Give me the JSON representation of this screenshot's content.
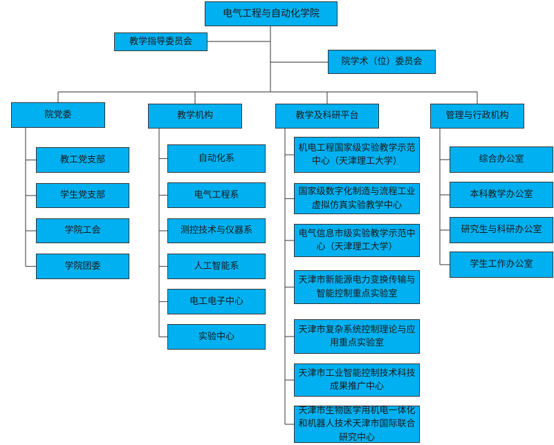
{
  "root": "电气工程与自动化学院",
  "side_left": "教学指导委员会",
  "side_right": "院学术（位）委员会",
  "branches": [
    {
      "label": "院党委",
      "children": [
        "教工党支部",
        "学生党支部",
        "学院工会",
        "学院团委"
      ]
    },
    {
      "label": "教学机构",
      "children": [
        "自动化系",
        "电气工程系",
        "测控技术与仪器系",
        "人工智能系",
        "电工电子中心",
        "实验中心"
      ]
    },
    {
      "label": "教学及科研平台",
      "children": [
        "机电工程国家级实验教学示范中心（天津理工大学）",
        "国家级数字化制造与流程工业虚拟仿真实验教学中心",
        "电气信息市级实验教学示范中心（天津理工大学）",
        "天津市新能源电力变换传输与智能控制重点实验室",
        "天津市复杂系统控制理论与应用重点实验室",
        "天津市工业智能控制技术科技成果推广中心",
        "天津市生物医学用机电一体化和机器人技术天津市国际联合研究中心"
      ]
    },
    {
      "label": "管理与行政机构",
      "children": [
        "综合办公室",
        "本科教学办公室",
        "研究生与科研办公室",
        "学生工作办公室"
      ]
    }
  ],
  "colors": {
    "box": "#00B0F0",
    "line": "#555555"
  }
}
